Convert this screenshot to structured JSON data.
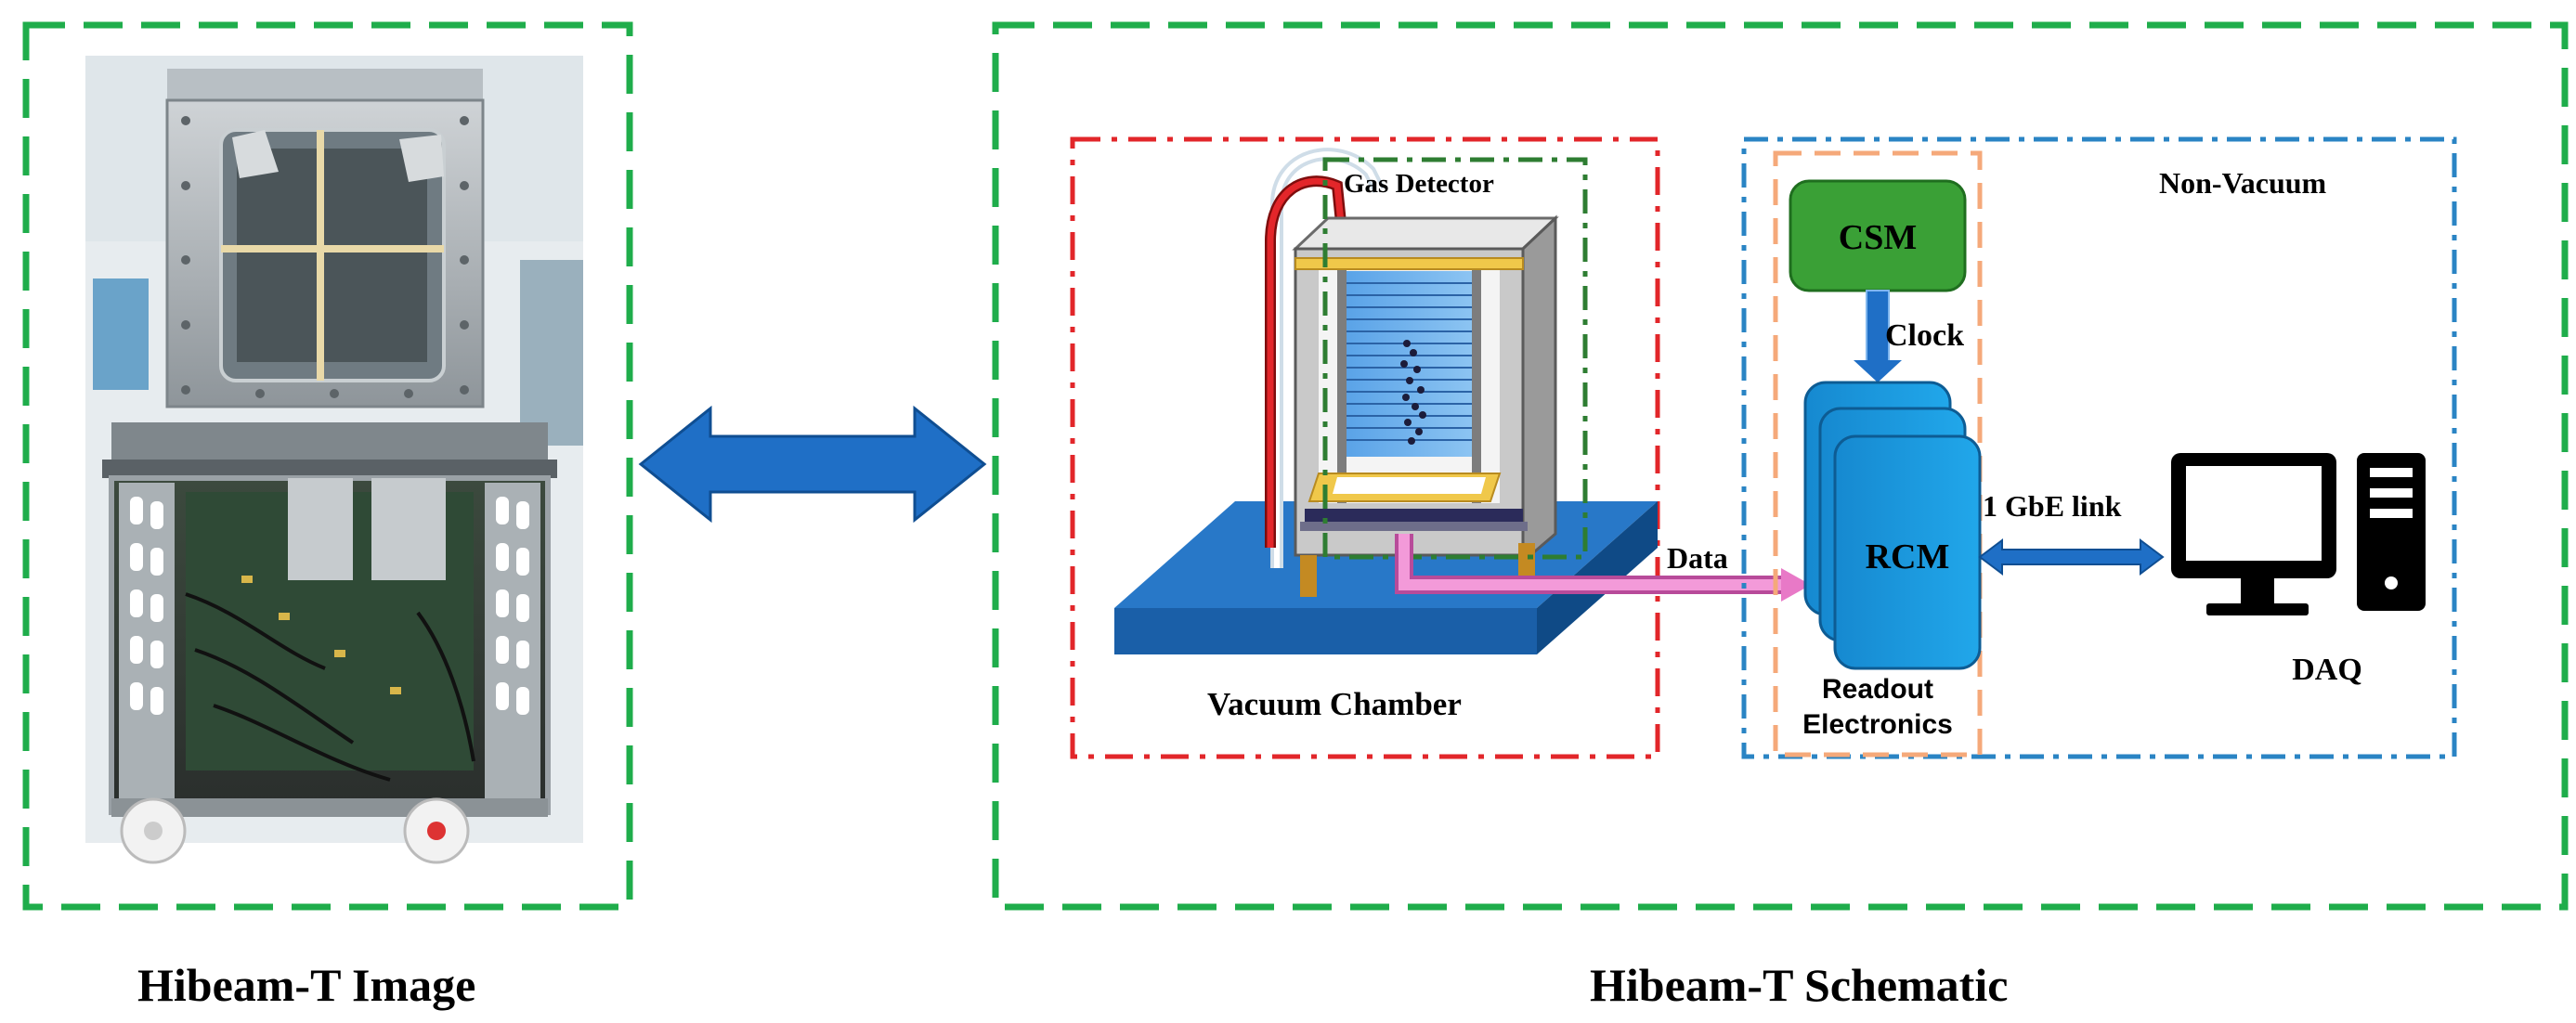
{
  "captions": {
    "image_panel": "Hibeam-T Image",
    "schematic_panel": "Hibeam-T Schematic"
  },
  "schematic": {
    "gas_detector": "Gas Detector",
    "vacuum_chamber": "Vacuum Chamber",
    "non_vacuum": "Non-Vacuum",
    "csm": "CSM",
    "clock": "Clock",
    "rcm": "RCM",
    "readout_line1": "Readout",
    "readout_line2": "Electronics",
    "data": "Data",
    "link": "1 GbE link",
    "daq": "DAQ"
  },
  "colors": {
    "panel_border": "#1fad4b",
    "vacuum_border": "#e2262a",
    "detector_border": "#2e7d32",
    "nonvacuum_border": "#2a84c4",
    "readout_border": "#f5a97a",
    "arrow_blue": "#1f6fc6",
    "csm_green": "#3aa036",
    "rcm_blue": "#1a9be0",
    "data_pink": "#e879c7"
  },
  "icons": [
    "double-arrow-icon",
    "monitor-icon",
    "computer-tower-icon",
    "gas-pipe-icon"
  ]
}
